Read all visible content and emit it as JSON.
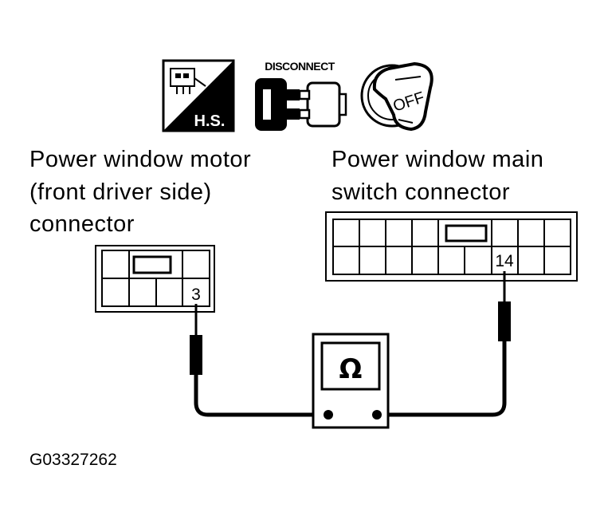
{
  "icons": {
    "harness_side": {
      "name": "harness-side-icon",
      "text": "H.S."
    },
    "disconnect": {
      "name": "disconnect-icon",
      "text": "DISCONNECT"
    },
    "ignition_off": {
      "name": "ignition-key-off-icon",
      "text": "OFF"
    }
  },
  "left_connector": {
    "label_lines": [
      "Power window motor",
      "(front driver side)",
      "connector"
    ],
    "pin": "3"
  },
  "right_connector": {
    "label_lines": [
      "Power window main",
      "switch connector"
    ],
    "pin": "14"
  },
  "meter": {
    "symbol": "Ω",
    "name": "ohmmeter"
  },
  "figure_code": "G03327262"
}
